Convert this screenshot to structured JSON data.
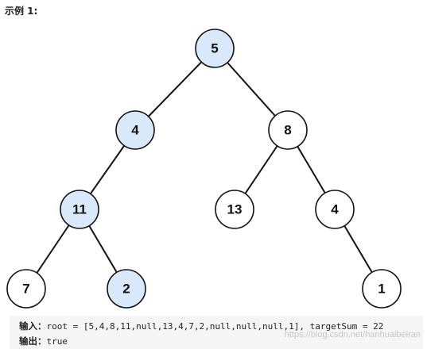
{
  "heading": "示例 1:",
  "tree": {
    "highlight_color": "#dae8fc",
    "plain_color": "#ffffff",
    "nodes": [
      {
        "id": "n5",
        "value": "5",
        "highlight": true
      },
      {
        "id": "n4",
        "value": "4",
        "highlight": true
      },
      {
        "id": "n8",
        "value": "8",
        "highlight": false
      },
      {
        "id": "n11",
        "value": "11",
        "highlight": true
      },
      {
        "id": "n13",
        "value": "13",
        "highlight": false
      },
      {
        "id": "n4b",
        "value": "4",
        "highlight": false
      },
      {
        "id": "n7",
        "value": "7",
        "highlight": false
      },
      {
        "id": "n2",
        "value": "2",
        "highlight": true
      },
      {
        "id": "n1",
        "value": "1",
        "highlight": false
      }
    ],
    "edges": [
      [
        "n5",
        "n4"
      ],
      [
        "n5",
        "n8"
      ],
      [
        "n4",
        "n11"
      ],
      [
        "n8",
        "n13"
      ],
      [
        "n8",
        "n4b"
      ],
      [
        "n11",
        "n7"
      ],
      [
        "n11",
        "n2"
      ],
      [
        "n4b",
        "n1"
      ]
    ]
  },
  "io": {
    "input_label": "输入：",
    "input_value": "root = [5,4,8,11,null,13,4,7,2,null,null,null,1], targetSum = 22",
    "output_label": "输出：",
    "output_value": "true"
  },
  "watermark": "https://blog.csdn.net/hanhuaibeiran"
}
